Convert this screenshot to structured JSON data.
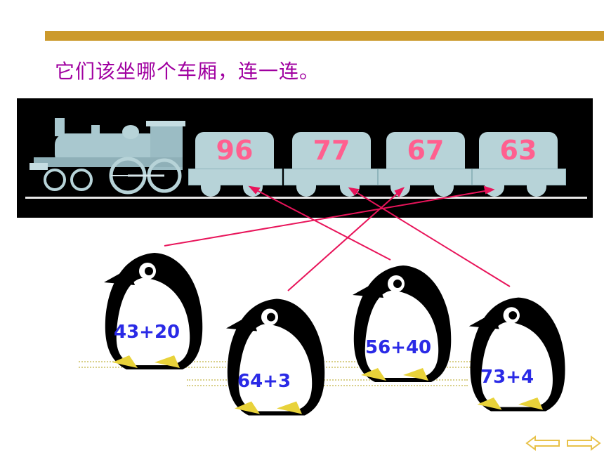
{
  "title": "它们该坐哪个车厢，连一连。",
  "cars": [
    {
      "number": "96"
    },
    {
      "number": "77"
    },
    {
      "number": "67"
    },
    {
      "number": "63"
    }
  ],
  "penguins": [
    {
      "expression": "43+20"
    },
    {
      "expression": "64+3"
    },
    {
      "expression": "56+40"
    },
    {
      "expression": "73+4"
    }
  ],
  "colors": {
    "title": "#a000a0",
    "bar": "#cc9a2c",
    "car": "#b7d3d8",
    "car_number": "#ff5f8f",
    "link_line": "#e8145a",
    "penguin_label": "#2a2ae6",
    "nav_arrow": "#e8c24a"
  },
  "nav": {
    "prev_icon": "arrow-left-icon",
    "next_icon": "arrow-right-icon"
  }
}
